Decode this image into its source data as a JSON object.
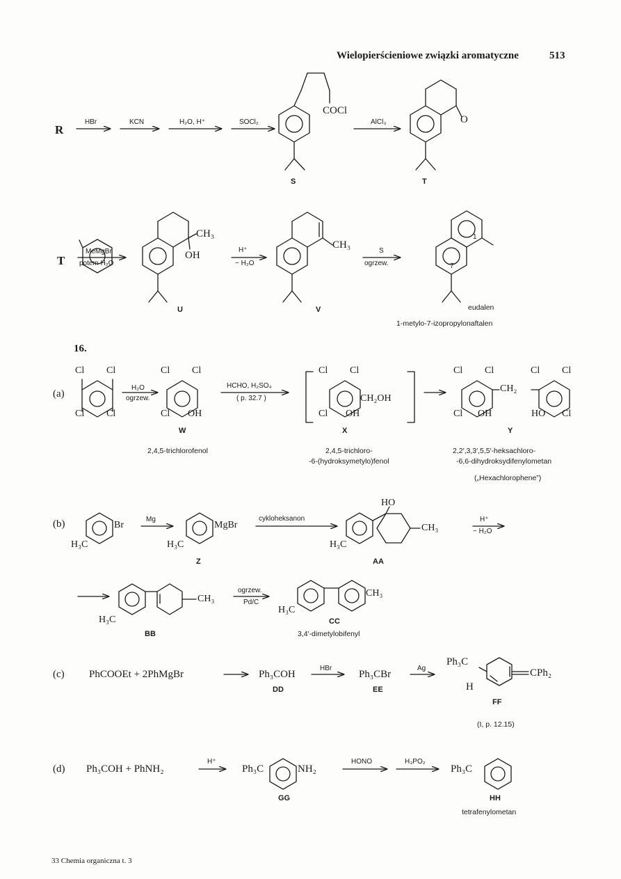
{
  "header": {
    "title": "Wielopierścieniowe związki aromatyczne",
    "page_number": "513"
  },
  "row1": {
    "start_label": "R",
    "reagents": [
      "HBr",
      "KCN",
      "H₂O, H⁺",
      "SOCl₂",
      "AlCl₃"
    ],
    "s_group": "COCl",
    "s_label": "S",
    "t_group": "O",
    "t_label": "T"
  },
  "row2": {
    "start_label": "T",
    "reagent1_top": "MeMgBr",
    "reagent1_bottom": "potem H₂O",
    "u_ch3": "CH₃",
    "u_oh": "OH",
    "u_label": "U",
    "reagent2_top": "H⁺",
    "reagent2_bottom": "− H₂O",
    "v_ch3": "CH₃",
    "v_label": "V",
    "reagent3_top": "S",
    "reagent3_bottom": "ogrzew.",
    "pos1": "1",
    "pos7": "7",
    "product_name": "eudalen",
    "product_sysname": "1-metylo-7-izopropylonaftalen"
  },
  "problem_number": "16.",
  "part_a": {
    "tag": "(a)",
    "reagent1_top": "H₂O",
    "reagent1_bottom": "ogrzew.",
    "reagent2_top": "HCHO, H₂SO₄",
    "reagent2_bottom": "( p. 32.7 )",
    "cl": "Cl",
    "oh": "OH",
    "ch2oh": "CH₂OH",
    "ch2": "CH₂",
    "ho": "HO",
    "w_label": "W",
    "x_label": "X",
    "y_label": "Y",
    "w_name": "2,4,5-trichlorofenol",
    "x_name_1": "2,4,5-trichloro-",
    "x_name_2": "-6-(hydroksymetylo)fenol",
    "y_name_1": "2,2′,3,3′,5,5′-heksachloro-",
    "y_name_2": "-6,6-dihydroksydifenylometan",
    "y_trade": "(„Hexachlorophene”)"
  },
  "part_b": {
    "tag": "(b)",
    "br": "Br",
    "mgbr": "MgBr",
    "h3c": "H₃C",
    "reagent1": "Mg",
    "reagent2": "cykloheksanon",
    "ho": "HO",
    "ch3": "CH₃",
    "reagent3_top": "H⁺",
    "reagent3_bottom": "− H₂O",
    "reagent4_top": "ogrzew.",
    "reagent4_bottom": "Pd/C",
    "z_label": "Z",
    "aa_label": "AA",
    "bb_label": "BB",
    "cc_label": "CC",
    "cc_name": "3,4′-dimetylobifenyl"
  },
  "part_c": {
    "tag": "(c)",
    "lhs": "PhCOOEt + 2PhMgBr",
    "dd": "Ph₃COH",
    "reagent1": "HBr",
    "ee": "Ph₃CBr",
    "reagent2": "Ag",
    "ph3c": "Ph₃C",
    "h": "H",
    "cph2": "CPh₂",
    "dd_label": "DD",
    "ee_label": "EE",
    "ff_label": "FF",
    "ref": "(I, p. 12.15)"
  },
  "part_d": {
    "tag": "(d)",
    "lhs": "Ph₃COH + PhNH₂",
    "reagent1": "H⁺",
    "gg_ph3c": "Ph₃C",
    "gg_nh2": "NH₂",
    "reagent2": "HONO",
    "reagent3": "H₃PO₂",
    "hh_ph3c": "Ph₃C",
    "gg_label": "GG",
    "hh_label": "HH",
    "hh_name": "tetrafenylometan"
  },
  "footer": "33  Chemia organiczna  t. 3"
}
